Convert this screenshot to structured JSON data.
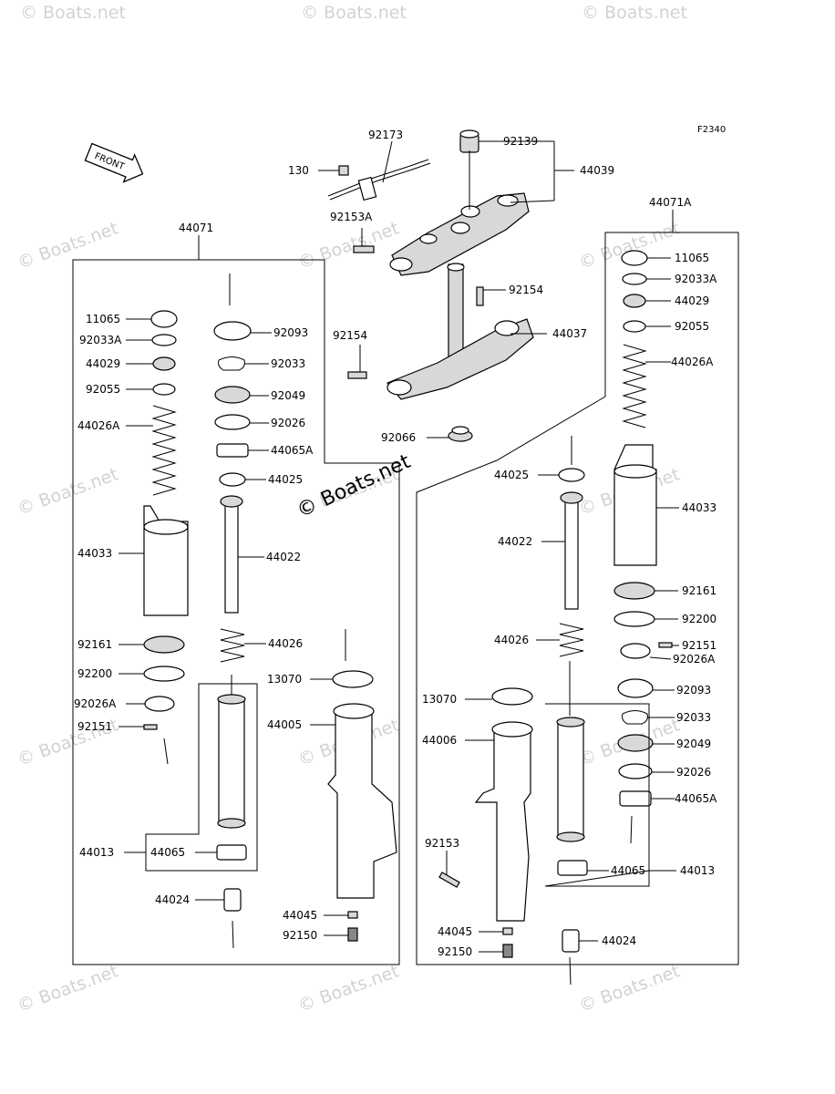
{
  "figure_code": "F2340",
  "front_label": "FRONT",
  "center_watermark": "© Boats.net",
  "watermarks": [
    "© Boats.net",
    "© Boats.net",
    "© Boats.net",
    "© Boats.net",
    "© Boats.net",
    "© Boats.net",
    "© Boats.net",
    "© Boats.net",
    "© Boats.net",
    "© Boats.net",
    "© Boats.net",
    "© Boats.net",
    "© Boats.net",
    "© Boats.net",
    "© Boats.net"
  ],
  "labels": {
    "p92173": "92173",
    "p92139": "92139",
    "p130": "130",
    "p44039": "44039",
    "p92153A": "92153A",
    "p92154_top": "92154",
    "p92154_left": "92154",
    "p44037": "44037",
    "p92066": "92066",
    "p44071": "44071",
    "p44071A": "44071A",
    "L_11065": "11065",
    "L_92033A": "92033A",
    "L_44029": "44029",
    "L_92055": "92055",
    "L_44026A": "44026A",
    "L_44033": "44033",
    "L_92161": "92161",
    "L_92200": "92200",
    "L_92026A": "92026A",
    "L_92151": "92151",
    "L_44013": "44013",
    "L_44065_inner": "44065",
    "L_44024": "44024",
    "L_92093": "92093",
    "L_92033": "92033",
    "L_92049": "92049",
    "L_92026": "92026",
    "L_44065A": "44065A",
    "L_44025": "44025",
    "L_44022": "44022",
    "L_44026": "44026",
    "L_13070": "13070",
    "L_44005": "44005",
    "L_44045": "44045",
    "L_92150": "92150",
    "R_11065": "11065",
    "R_92033A": "92033A",
    "R_44029": "44029",
    "R_92055": "92055",
    "R_44026A": "44026A",
    "R_44033": "44033",
    "R_92161": "92161",
    "R_92200": "92200",
    "R_92151": "92151",
    "R_92026A": "92026A",
    "R_92093": "92093",
    "R_92033": "92033",
    "R_92049": "92049",
    "R_92026": "92026",
    "R_44065A": "44065A",
    "R_44013": "44013",
    "R_44065_inner": "44065",
    "R_44024": "44024",
    "R_44025": "44025",
    "R_44022": "44022",
    "R_44026": "44026",
    "R_13070": "13070",
    "R_44006": "44006",
    "R_92153": "92153",
    "R_44045": "44045",
    "R_92150": "92150"
  }
}
